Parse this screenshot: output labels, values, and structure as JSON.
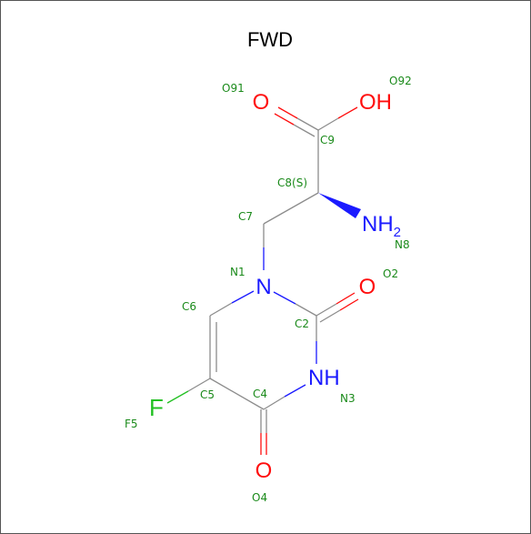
{
  "title": "FWD",
  "colors": {
    "oxygen": "#ff0d0d",
    "nitrogen": "#1a1aff",
    "fluorine": "#22c022",
    "carbon_bond": "#8c8c8c",
    "atom_label": "#1a8a1a"
  },
  "atoms": {
    "O91": "O",
    "O92": "OH",
    "N8_main": "NH",
    "N8_sub": "2",
    "N1": "N",
    "O2": "O",
    "N3": "NH",
    "F5": "F",
    "O4": "O"
  },
  "labels": {
    "o91": "O91",
    "o92": "O92",
    "c9": "C9",
    "c8": "C8(S)",
    "c7": "C7",
    "n8": "N8",
    "n1": "N1",
    "o2": "O2",
    "c6": "C6",
    "c2": "C2",
    "n3": "N3",
    "c5": "C5",
    "c4": "C4",
    "f5": "F5",
    "o4": "O4"
  }
}
